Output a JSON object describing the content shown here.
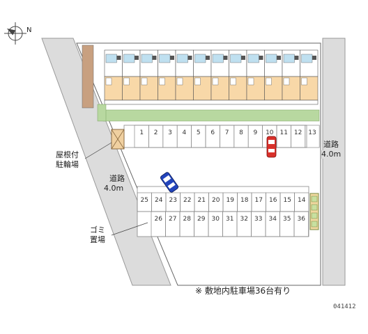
{
  "compass": {
    "label": "N"
  },
  "labels": {
    "road_right_line1": "道路",
    "road_right_line2": "4.0m",
    "road_center_line1": "道路",
    "road_center_line2": "4.0m",
    "bike_parking_line1": "屋根付",
    "bike_parking_line2": "駐輪場",
    "garbage_line1": "ゴミ",
    "garbage_line2": "置場"
  },
  "top_row_spaces": [
    "1",
    "2",
    "3",
    "4",
    "5",
    "6",
    "7",
    "8",
    "9",
    "10",
    "11",
    "12",
    "13"
  ],
  "middle_row_spaces": [
    "25",
    "24",
    "23",
    "22",
    "21",
    "20",
    "19",
    "18",
    "17",
    "16",
    "15",
    "14"
  ],
  "bottom_row_spaces": [
    "26",
    "27",
    "28",
    "29",
    "30",
    "31",
    "32",
    "33",
    "34",
    "35",
    "36"
  ],
  "highlighted_space": "11",
  "note": "※ 敷地内駐車場36台有り",
  "code": "041412",
  "colors": {
    "road": "#dcdcdc",
    "unit_orange": "#f8d8a8",
    "unit_blue": "#bfe0f0",
    "hedge": "#b8d8a0",
    "car_red": "#d9302a",
    "car_blue": "#2244bb"
  }
}
